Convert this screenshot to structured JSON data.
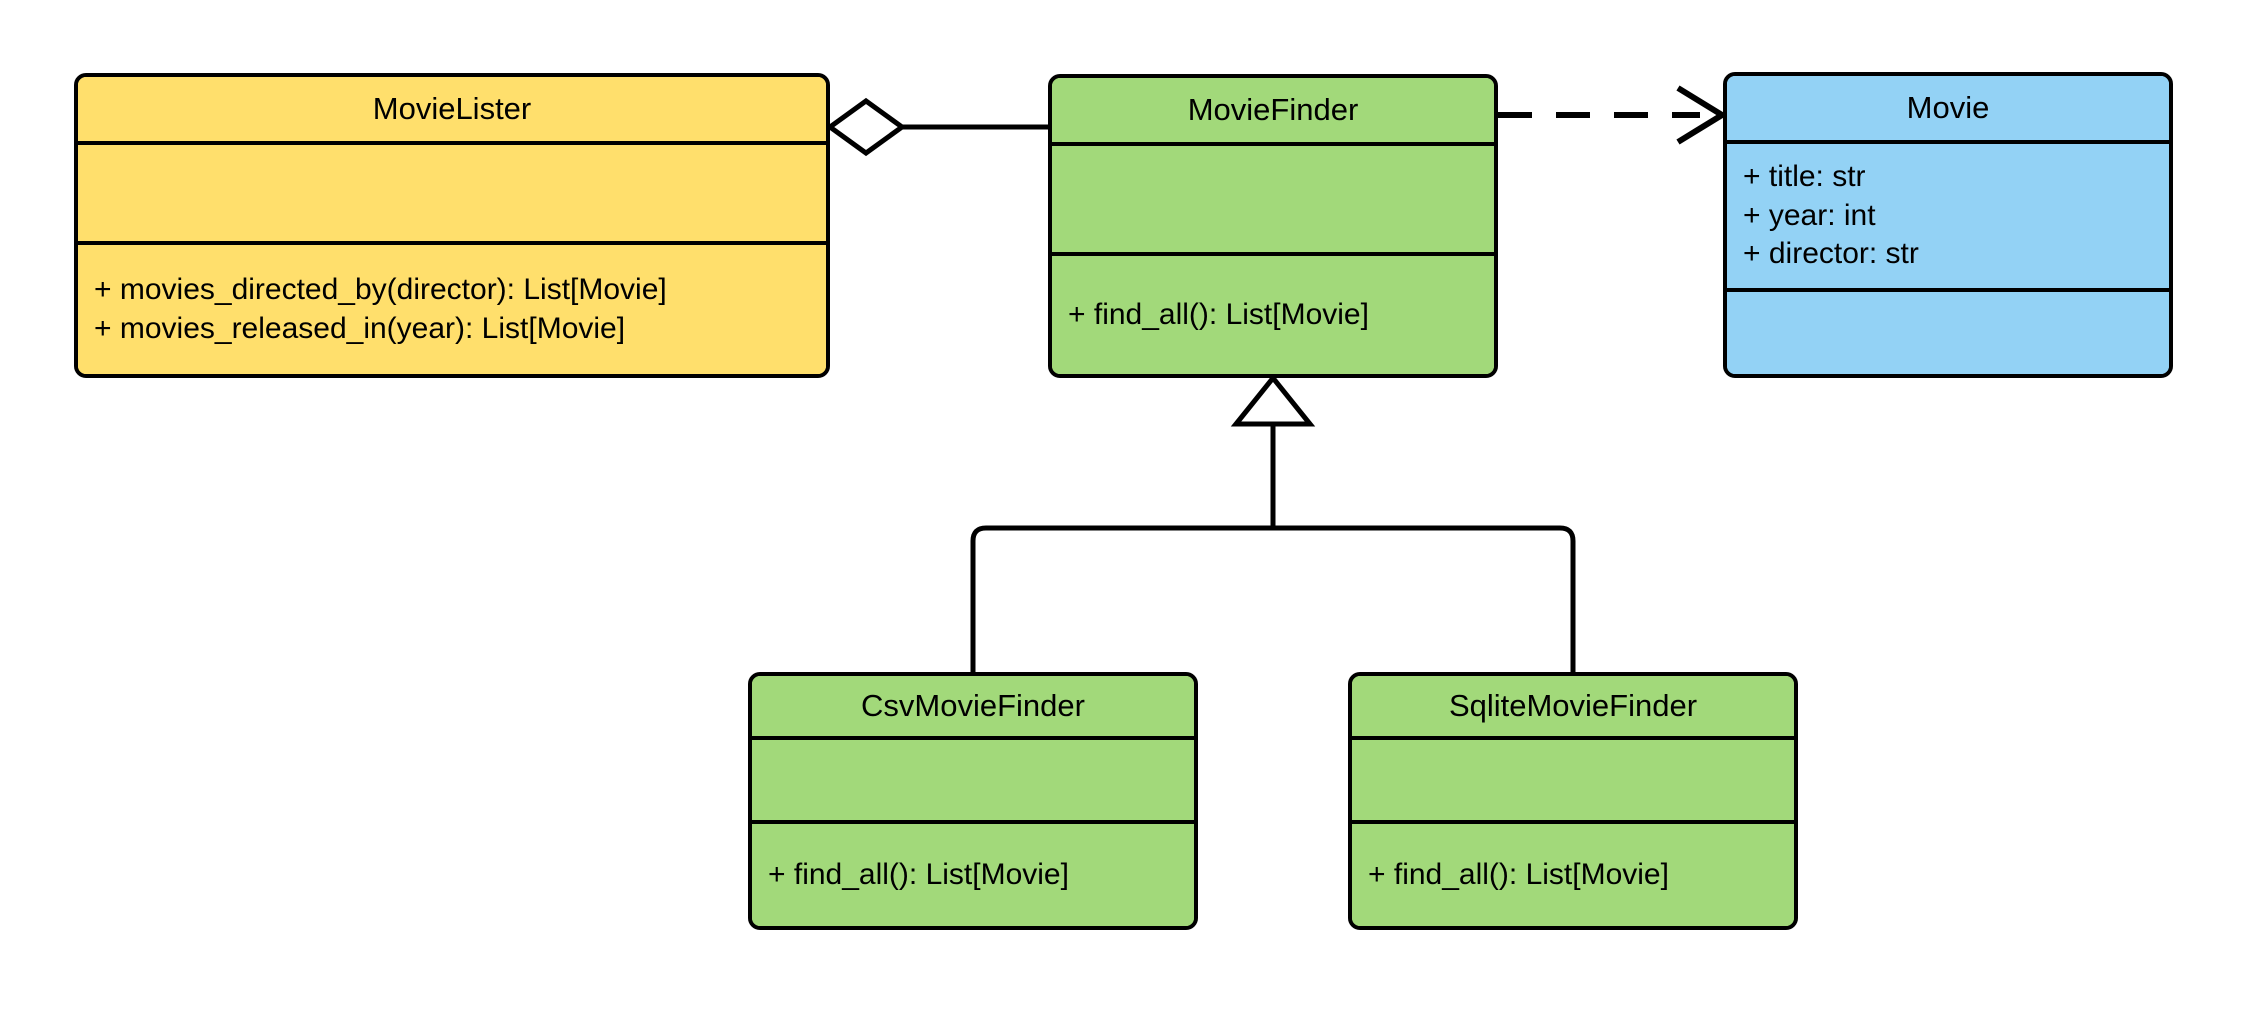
{
  "diagram": {
    "type": "uml-class-diagram",
    "background": "#ffffff",
    "line_color": "#000000",
    "colors": {
      "client": "#FFDF6C",
      "interface": "#A2D97A",
      "entity": "#93D2F5",
      "stroke": "#000000"
    }
  },
  "classes": [
    {
      "id": "movie-lister",
      "name": "MovieLister",
      "color": "#FFDF6C",
      "attributes": [],
      "methods": [
        "+ movies_directed_by(director): List[Movie]",
        "+ movies_released_in(year): List[Movie]"
      ]
    },
    {
      "id": "movie-finder",
      "name": "MovieFinder",
      "color": "#A2D97A",
      "attributes": [],
      "methods": [
        "+ find_all(): List[Movie]"
      ]
    },
    {
      "id": "movie",
      "name": "Movie",
      "color": "#93D2F5",
      "attributes": [
        "+ title: str",
        "+ year: int",
        "+ director: str"
      ],
      "methods": []
    },
    {
      "id": "csv-movie-finder",
      "name": "CsvMovieFinder",
      "color": "#A2D97A",
      "attributes": [],
      "methods": [
        "+ find_all(): List[Movie]"
      ]
    },
    {
      "id": "sqlite-movie-finder",
      "name": "SqliteMovieFinder",
      "color": "#A2D97A",
      "attributes": [],
      "methods": [
        "+ find_all(): List[Movie]"
      ]
    }
  ],
  "relationships": [
    {
      "id": "lister-aggregates-finder",
      "kind": "aggregation",
      "marker": "hollow-diamond",
      "style": "solid",
      "from": "MovieLister",
      "to": "MovieFinder"
    },
    {
      "id": "finder-depends-movie",
      "kind": "dependency",
      "marker": "open-arrow",
      "style": "dashed",
      "from": "MovieFinder",
      "to": "Movie"
    },
    {
      "id": "csv-inherits-finder",
      "kind": "generalization",
      "marker": "hollow-triangle",
      "style": "solid",
      "from": "CsvMovieFinder",
      "to": "MovieFinder"
    },
    {
      "id": "sqlite-inherits-finder",
      "kind": "generalization",
      "marker": "hollow-triangle",
      "style": "solid",
      "from": "SqliteMovieFinder",
      "to": "MovieFinder"
    }
  ]
}
